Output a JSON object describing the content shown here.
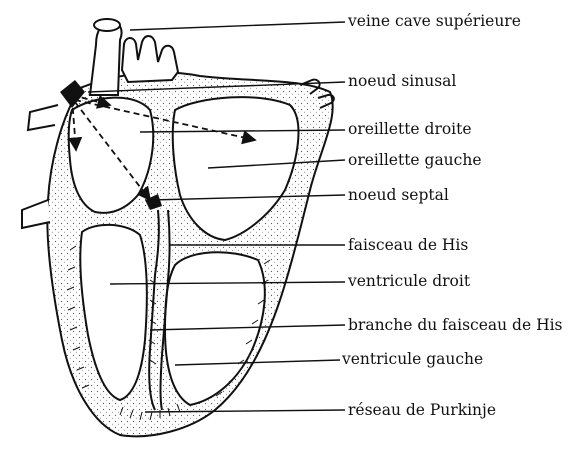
{
  "labels": {
    "superior_vena_cava": "veine cave supérieure",
    "sinoatrial_node": "noeud sinusal",
    "right_atrium": "oreillette droite",
    "left_atrium": "oreillette gauche",
    "septal_node": "noeud septal",
    "bundle_of_his": "faisceau de His",
    "right_ventricle": "ventricule droit",
    "bundle_branch": "branche du faisceau de His",
    "left_ventricle": "ventricule gauche",
    "purkinje_network": "réseau de Purkinje"
  }
}
